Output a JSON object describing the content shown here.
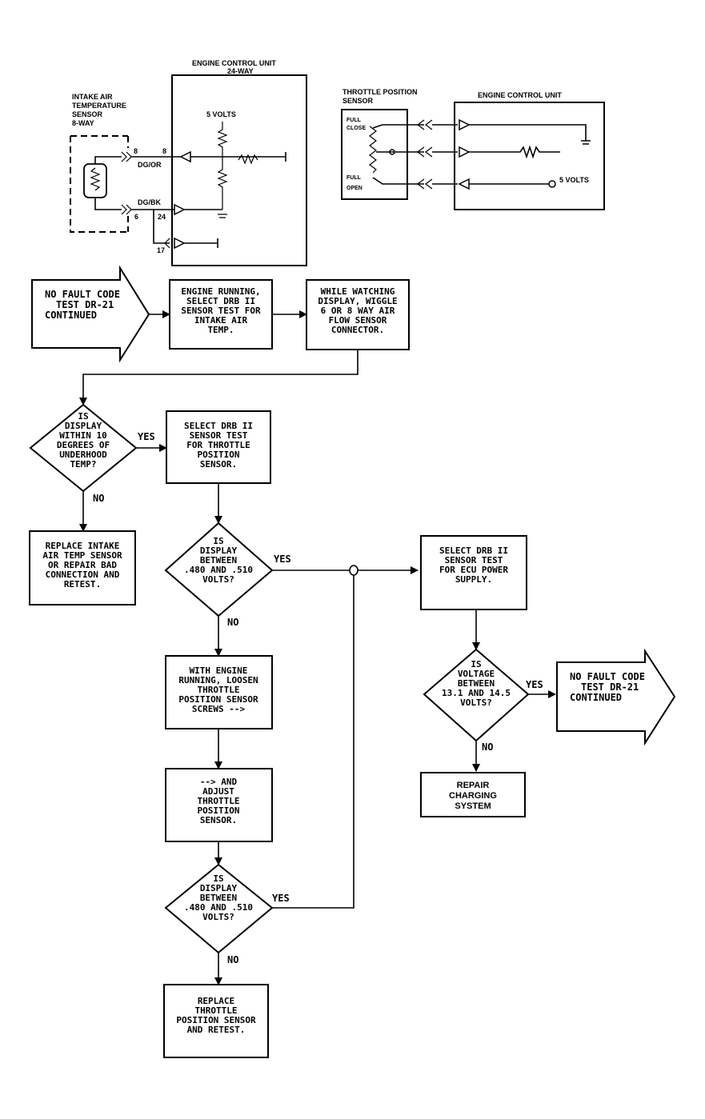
{
  "wiring": {
    "ecu_24way_title": "ENGINE CONTROL UNIT",
    "ecu_24way_sub": "24-WAY",
    "iat_sensor": [
      "INTAKE AIR",
      "TEMPERATURE",
      "SENSOR",
      "8-WAY"
    ],
    "five_volts_left": "5 VOLTS",
    "wire_dg_or": "DG/OR",
    "wire_dg_bk": "DG/BK",
    "pin_8_top_left": "8",
    "pin_8_top_right": "8",
    "pin_6_bottom": "6",
    "pin_24": "24",
    "pin_17": "17",
    "tps_title": [
      "THROTTLE POSITION",
      "SENSOR"
    ],
    "full_close": [
      "FULL",
      "CLOSE"
    ],
    "full_open": [
      "FULL",
      "OPEN"
    ],
    "ecu_right_title": "ENGINE CONTROL UNIT",
    "five_volts_right": "5 VOLTS"
  },
  "flow": {
    "start": [
      "NO FAULT CODE",
      "TEST DR-21",
      "CONTINUED"
    ],
    "step1": [
      "ENGINE RUNNING,",
      "SELECT DRB II",
      "SENSOR TEST FOR",
      "INTAKE AIR",
      "TEMP."
    ],
    "step2": [
      "WHILE WATCHING",
      "DISPLAY, WIGGLE",
      "6 OR 8 WAY AIR",
      "FLOW SENSOR",
      "CONNECTOR."
    ],
    "q1": [
      "IS",
      "DISPLAY",
      "WITHIN 10",
      "DEGREES OF",
      "UNDERHOOD",
      "TEMP?"
    ],
    "q1_yes": "YES",
    "q1_no": "NO",
    "replace_iat": [
      "REPLACE INTAKE",
      "AIR TEMP SENSOR",
      "OR REPAIR BAD",
      "CONNECTION AND",
      "RETEST."
    ],
    "select_tps": [
      "SELECT DRB II",
      "SENSOR TEST",
      "FOR THROTTLE",
      "POSITION",
      "SENSOR."
    ],
    "q2": [
      "IS",
      "DISPLAY",
      "BETWEEN",
      ".480 AND .510",
      "VOLTS?"
    ],
    "q2_yes": "YES",
    "q2_no": "NO",
    "loosen_tps": [
      "WITH ENGINE",
      "RUNNING, LOOSEN",
      "THROTTLE",
      "POSITION SENSOR",
      "SCREWS -->"
    ],
    "adjust_tps": [
      "--> AND",
      "ADJUST",
      "THROTTLE",
      "POSITION",
      "SENSOR."
    ],
    "q3": [
      "IS",
      "DISPLAY",
      "BETWEEN",
      ".480 AND .510",
      "VOLTS?"
    ],
    "q3_yes": "YES",
    "q3_no": "NO",
    "replace_tps": [
      "REPLACE",
      "THROTTLE",
      "POSITION SENSOR",
      "AND RETEST."
    ],
    "select_ecu": [
      "SELECT DRB II",
      "SENSOR TEST",
      "FOR ECU POWER",
      "SUPPLY."
    ],
    "q4": [
      "IS",
      "VOLTAGE",
      "BETWEEN",
      "13.1 AND 14.5",
      "VOLTS?"
    ],
    "q4_yes": "YES",
    "q4_no": "NO",
    "repair_charging": [
      "REPAIR",
      "CHARGING",
      "SYSTEM"
    ],
    "end": [
      "NO FAULT CODE",
      "TEST DR-21",
      "CONTINUED"
    ]
  }
}
